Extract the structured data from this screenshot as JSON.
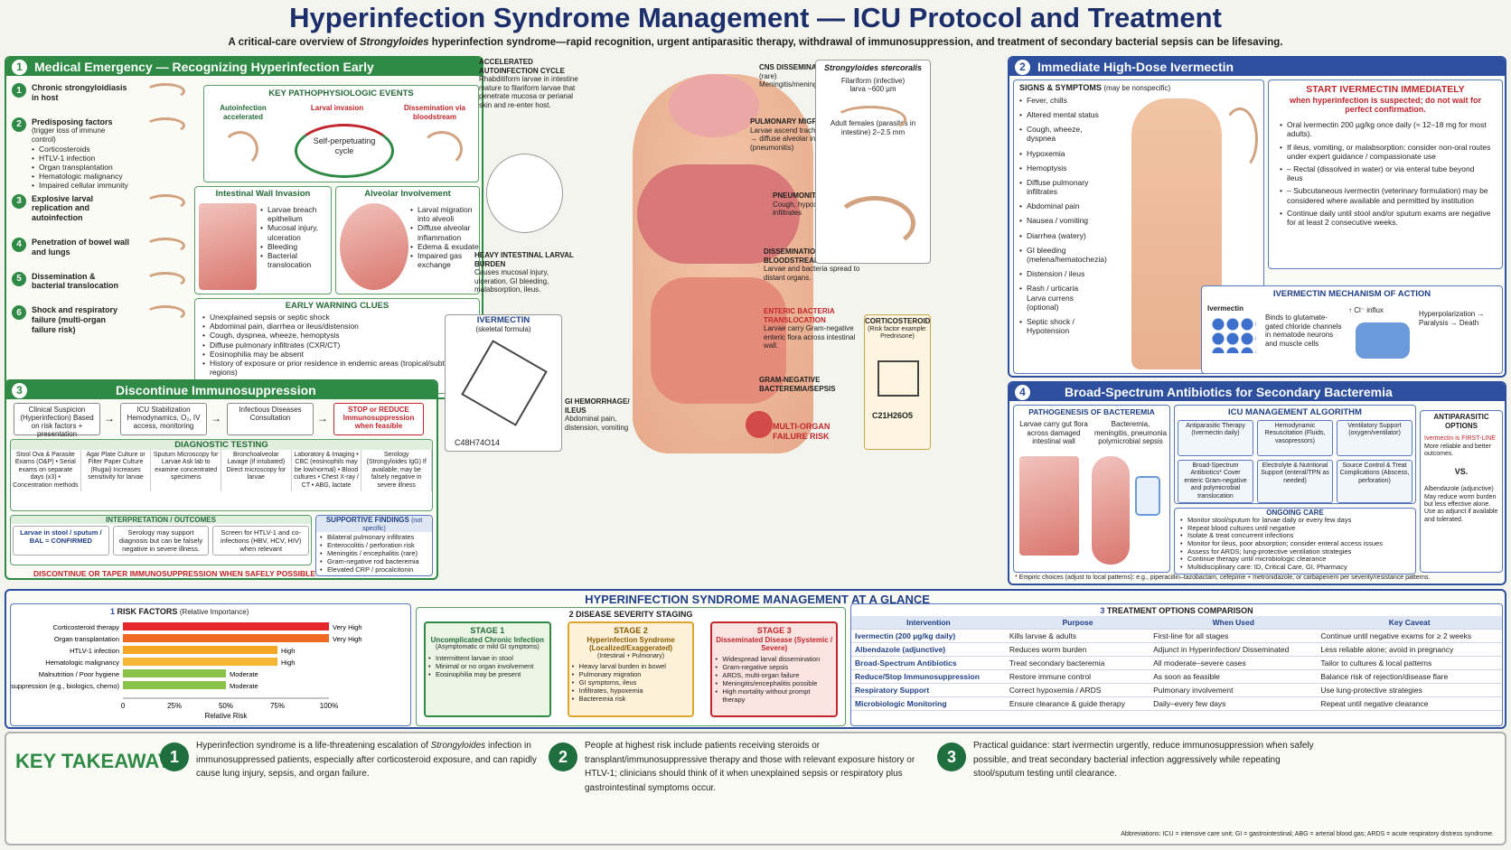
{
  "title": "Hyperinfection Syndrome Management — ICU Protocol and Treatment",
  "subtitle_pre": "A critical-care overview of ",
  "subtitle_em": "Strongyloides",
  "subtitle_post": " hyperinfection syndrome—rapid recognition, urgent antiparasitic therapy, withdrawal of immunosuppression, and treatment of secondary bacterial sepsis can be lifesaving.",
  "p1": {
    "num": "1",
    "title": "Medical Emergency — Recognizing Hyperinfection Early",
    "steps": [
      {
        "n": "1",
        "t": "Chronic strongyloidiasis in host"
      },
      {
        "n": "2",
        "t": "Predisposing factors",
        "s": "(trigger loss of immune control)",
        "items": [
          "Corticosteroids",
          "HTLV-1 infection",
          "Organ transplantation",
          "Hematologic malignancy",
          "Impaired cellular immunity"
        ]
      },
      {
        "n": "3",
        "t": "Explosive larval replication and autoinfection"
      },
      {
        "n": "4",
        "t": "Penetration of bowel wall and lungs"
      },
      {
        "n": "5",
        "t": "Dissemination & bacterial translocation"
      },
      {
        "n": "6",
        "t": "Shock and respiratory failure (multi-organ failure risk)"
      }
    ],
    "key_title": "KEY PATHOPHYSIOLOGIC EVENTS",
    "key_a": "Autoinfection accelerated",
    "key_b": "Larval invasion",
    "key_c": "Dissemination via bloodstream",
    "key_mid": "Self-perpetuating cycle",
    "iw_title": "Intestinal Wall Invasion",
    "iw_items": [
      "Larvae breach epithelium",
      "Mucosal injury, ulceration",
      "Bleeding",
      "Bacterial translocation"
    ],
    "av_title": "Alveolar Involvement",
    "av_items": [
      "Larval migration into alveoli",
      "Diffuse alveolar inflammation",
      "Edema & exudate",
      "Impaired gas exchange"
    ],
    "ew_title": "EARLY WARNING CLUES",
    "ew_items": [
      "Unexplained sepsis or septic shock",
      "Abdominal pain, diarrhea or ileus/distension",
      "Cough, dyspnea, wheeze, hemoptysis",
      "Diffuse pulmonary infiltrates (CXR/CT)",
      "Eosinophilia may be absent",
      "History of exposure or prior residence in endemic areas (tropical/subtropical regions)"
    ]
  },
  "center": {
    "auto_t": "ACCELERATED AUTOINFECTION CYCLE",
    "auto_d": "Rhabditiform larvae in intestine mature to filariform larvae that penetrate mucosa or perianal skin and re-enter host.",
    "cns_t": "CNS DISSEMINATION",
    "cns_d": "(rare) Meningitis/meningoencephalitis",
    "pm_t": "PULMONARY MIGRATION",
    "pm_d": "Larvae ascend tracheobronchial tree → diffuse alveolar involvement (pneumonitis)",
    "pn_t": "PNEUMONITIS",
    "pn_d": "Cough, hypoxemia, diffuse infiltrates",
    "hl_t": "HEAVY INTESTINAL LARVAL BURDEN",
    "hl_d": "Causes mucosal injury, ulceration, GI bleeding, malabsorption, ileus.",
    "db_t": "DISSEMINATION VIA BLOODSTREAM",
    "db_d": "Larvae and bacteria spread to distant organs.",
    "eb_t": "ENTERIC BACTERIA TRANSLOCATION",
    "eb_d": "Larvae carry Gram-negative enteric flora across intestinal wall.",
    "gn_t": "GRAM-NEGATIVE BACTEREMIA/SEPSIS",
    "mo_t": "MULTI-ORGAN FAILURE RISK",
    "gi_t": "GI HEMORRHAGE/ ILEUS",
    "gi_d": "Abdominal pain, distension, vomiting",
    "iv_t": "IVERMECTIN",
    "iv_s": "(skeletal formula)",
    "iv_f": "C48H74O14",
    "ss_t": "Strongyloides stercoralis",
    "ss_a": "Filariform (infective) larva ~600 µm",
    "ss_b": "Adult females (parasites in intestine) 2–2.5 mm",
    "cs_t": "CORTICOSTEROID",
    "cs_s": "(Risk factor example: Prednisone)",
    "cs_f": "C21H26O5"
  },
  "p2": {
    "num": "2",
    "title": "Immediate High-Dose Ivermectin",
    "signs_t": "SIGNS & SYMPTOMS",
    "signs_s": "(may be nonspecific)",
    "signs": [
      "Fever, chills",
      "Altered mental status",
      "Cough, wheeze, dyspnea",
      "Hypoxemia",
      "Hemoptysis",
      "Diffuse pulmonary infiltrates",
      "Abdominal pain",
      "Nausea / vomiting",
      "Diarrhea (watery)",
      "GI bleeding (melena/hematochezia)",
      "Distension / ileus",
      "Rash / urticaria Larva currens (optional)",
      "Septic shock / Hypotension"
    ],
    "start_t": "START IVERMECTIN IMMEDIATELY",
    "start_s": "when hyperinfection is suspected; do not wait for perfect confirmation.",
    "start_items": [
      "Oral ivermectin 200 µg/kg once daily (≈ 12–18 mg for most adults).",
      "If ileus, vomiting, or malabsorption: consider non-oral routes under expert guidance / compassionate use",
      "– Rectal (dissolved in water) or via enteral tube beyond ileus",
      "– Subcutaneous ivermectin (veterinary formulation) may be considered where available and permitted by institution",
      "Continue daily until stool and/or sputum exams are negative for at least 2 consecutive weeks."
    ],
    "moa_t": "IVERMECTIN MECHANISM OF ACTION",
    "moa_iv": "Ivermectin",
    "moa_a": "Binds to glutamate-gated chloride channels in nematode neurons and muscle cells",
    "moa_b": "↑ Cl⁻ influx",
    "moa_c": "Hyperpolarization → Paralysis → Death"
  },
  "p3": {
    "num": "3",
    "title": "Discontinue Immunosuppression",
    "flow": [
      "Clinical Suspicion (Hyperinfection) Based on risk factors + presentation",
      "ICU Stabilization Hemodynamics, O₂, IV access, monitoring",
      "Infectious Diseases Consultation",
      "STOP or REDUCE Immunosuppression when feasible"
    ],
    "dt_t": "DIAGNOSTIC TESTING",
    "dt": [
      "Stool Ova & Parasite Exams (O&P) • Serial exams on separate days (x3) • Concentration methods",
      "Agar Plate Culture or Filter Paper Culture (Rugai) Increases sensitivity for larvae",
      "Sputum Microscopy for Larvae Ask lab to examine concentrated specimens",
      "Bronchoalveolar Lavage (if intubated) Direct microscopy for larvae",
      "Laboratory & Imaging • CBC (eosinophils may be low/normal) • Blood cultures • Chest X-ray / CT • ABG, lactate",
      "Serology (Strongyloides IgG) If available; may be falsely negative in severe illness"
    ],
    "io_t": "INTERPRETATION / OUTCOMES",
    "io": [
      "Larvae in stool / sputum / BAL = CONFIRMED",
      "Serology may support diagnosis but can be falsely negative in severe illness.",
      "Screen for HTLV-1 and co-infections (HBV, HCV, HIV) when relevant"
    ],
    "sf_t": "SUPPORTIVE FINDINGS",
    "sf_s": "(not specific)",
    "sf": [
      "Bilateral pulmonary infiltrates",
      "Enterocolitis / perforation risk",
      "Meningitis / encephalitis (rare)",
      "Gram-negative rod bacteremia",
      "Elevated CRP / procalcitonin"
    ],
    "foot": "DISCONTINUE OR TAPER IMMUNOSUPPRESSION WHEN SAFELY POSSIBLE"
  },
  "p4": {
    "num": "4",
    "title": "Broad-Spectrum Antibiotics for Secondary Bacteremia",
    "path_t": "PATHOGENESIS OF BACTEREMIA",
    "path_a": "Larvae carry gut flora across damaged intestinal wall",
    "path_b": "Bacteremia, meningitis, pneumonia polymicrobial sepsis",
    "alg_t": "ICU MANAGEMENT ALGORITHM",
    "alg": [
      "Antiparasitic Therapy (Ivermectin daily)",
      "Hemodynamic Resuscitation (Fluids, vasopressors)",
      "Ventilatory Support (oxygen/ventilator)",
      "Broad-Spectrum Antibiotics* Cover enteric Gram-negative and polymicrobial translocation",
      "Electrolyte & Nutritional Support (enteral/TPN as needed)",
      "Source Control & Treat Complications (Abscess, perforation)"
    ],
    "oc_t": "ONGOING CARE",
    "oc": [
      "Monitor stool/sputum for larvae daily or every few days",
      "Repeat blood cultures until negative",
      "Isolate & treat concurrent infections",
      "Monitor for ileus, poor absorption; consider enteral access issues",
      "Assess for ARDS; lung-protective ventilation strategies",
      "Continue therapy until microbiologic clearance",
      "Multidisciplinary care: ID, Critical Care, GI, Pharmacy"
    ],
    "ap_t": "ANTIPARASITIC OPTIONS",
    "ap_a": "Ivermectin is FIRST-LINE",
    "ap_a2": "More reliable and better outcomes.",
    "ap_vs": "VS.",
    "ap_b": "Albendazole (adjunctive) May reduce worm burden but less effective alone. Use as adjunct if available and tolerated.",
    "note": "* Empiric choices (adjust to local patterns): e.g., piperacillin–tazobactam, cefepime + metronidazole, or carbapenem per severity/resistance patterns."
  },
  "glance": {
    "title": "HYPERINFECTION SYNDROME MANAGEMENT AT A GLANCE",
    "rf_n": "1",
    "rf_t": "RISK FACTORS",
    "rf_s": "(Relative Importance)",
    "rf_x": "Relative Risk",
    "ss_n": "2",
    "ss_t": "DISEASE SEVERITY STAGING",
    "stages": [
      {
        "t": "STAGE 1",
        "s": "Uncomplicated Chronic Infection",
        "d": "(Asymptomatic or mild GI symptoms)",
        "i": [
          "Intermittent larvae in stool",
          "Minimal or no organ involvement",
          "Eosinophilia may be present"
        ]
      },
      {
        "t": "STAGE 2",
        "s": "Hyperinfection Syndrome (Localized/Exaggerated)",
        "d": "(Intestinal + Pulmonary)",
        "i": [
          "Heavy larval burden in bowel",
          "Pulmonary migration",
          "GI symptoms, ileus",
          "Infiltrates, hypoxemia",
          "Bacteremia risk"
        ]
      },
      {
        "t": "STAGE 3",
        "s": "Disseminated Disease (Systemic / Severe)",
        "d": "",
        "i": [
          "Widespread larval dissemination",
          "Gram-negative sepsis",
          "ARDS, multi-organ failure",
          "Meningitis/encephalitis possible",
          "High mortality without prompt therapy"
        ]
      }
    ],
    "to_n": "3",
    "to_t": "TREATMENT OPTIONS COMPARISON",
    "to_h": [
      "Intervention",
      "Purpose",
      "When Used",
      "Key Caveat"
    ],
    "to_rows": [
      [
        "Ivermectin (200 µg/kg daily)",
        "Kills larvae & adults",
        "First-line for all stages",
        "Continue until negative exams for ≥ 2 weeks"
      ],
      [
        "Albendazole (adjunctive)",
        "Reduces worm burden",
        "Adjunct in Hyperinfection/ Disseminated",
        "Less reliable alone; avoid in pregnancy"
      ],
      [
        "Broad-Spectrum Antibiotics",
        "Treat secondary bacteremia",
        "All moderate–severe cases",
        "Tailor to cultures & local patterns"
      ],
      [
        "Reduce/Stop Immunosuppression",
        "Restore immune control",
        "As soon as feasible",
        "Balance risk of rejection/disease flare"
      ],
      [
        "Respiratory Support",
        "Correct hypoxemia / ARDS",
        "Pulmonary involvement",
        "Use lung-protective strategies"
      ],
      [
        "Microbiologic Monitoring",
        "Ensure clearance & guide therapy",
        "Daily–every few days",
        "Repeat until negative clearance"
      ]
    ]
  },
  "chart_data": {
    "type": "bar",
    "orientation": "horizontal",
    "title": "RISK FACTORS",
    "subtitle": "(Relative Importance)",
    "xlabel": "Relative Risk",
    "categories": [
      "Corticosteroid therapy",
      "Organ transplantation",
      "HTLV-1 infection",
      "Hematologic malignancy",
      "Malnutrition / Poor hygiene",
      "Other immunosuppression (e.g., biologics, chemo)"
    ],
    "values": [
      100,
      100,
      75,
      75,
      50,
      50
    ],
    "labels": [
      "Very High",
      "Very High",
      "High",
      "High",
      "Moderate",
      "Moderate"
    ],
    "colors": [
      "#e5272b",
      "#f06a24",
      "#f5a623",
      "#f5b731",
      "#8bc34a",
      "#8bc34a"
    ],
    "xlim": [
      0,
      100
    ],
    "ticks": [
      "0",
      "25%",
      "50%",
      "75%",
      "100%"
    ]
  },
  "take": {
    "title": "KEY TAKEAWAYS",
    "items": [
      {
        "n": "1",
        "pre": "Hyperinfection syndrome is a life-threatening escalation of ",
        "em": "Strongyloides",
        "post": " infection in immunosuppressed patients, especially after corticosteroid exposure, and can rapidly cause lung injury, sepsis, and organ failure."
      },
      {
        "n": "2",
        "pre": "People at highest risk include patients receiving steroids or transplant/immunosuppressive therapy and those with relevant exposure history or HTLV-1; clinicians should think of it when unexplained sepsis or respiratory plus gastrointestinal symptoms occur.",
        "em": "",
        "post": ""
      },
      {
        "n": "3",
        "pre": "Practical guidance: start ivermectin urgently, reduce immunosuppression when safely possible, and treat secondary bacterial infection aggressively while repeating stool/sputum testing until clearance.",
        "em": "",
        "post": ""
      }
    ],
    "abbr": "Abbreviations: ICU = intensive care unit; GI = gastrointestinal; ABG = arterial blood gas; ARDS = acute respiratory distress syndrome."
  }
}
